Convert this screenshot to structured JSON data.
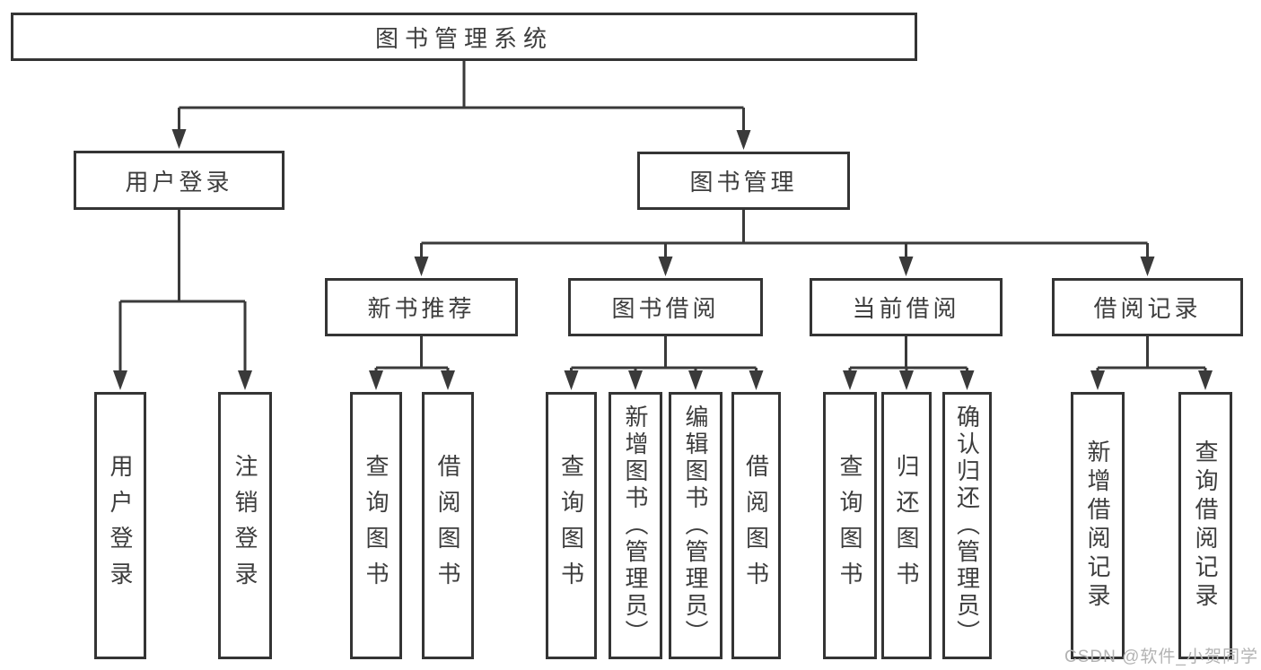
{
  "diagram": {
    "tree": {
      "label": "图书管理系统",
      "children": [
        {
          "label": "用户登录",
          "children": [
            {
              "label": "用户登录"
            },
            {
              "label": "注销登录"
            }
          ]
        },
        {
          "label": "图书管理",
          "children": [
            {
              "label": "新书推荐",
              "children": [
                {
                  "label": "查询图书"
                },
                {
                  "label": "借阅图书"
                }
              ]
            },
            {
              "label": "图书借阅",
              "children": [
                {
                  "label": "查询图书"
                },
                {
                  "label": "新增图书（管理员）"
                },
                {
                  "label": "编辑图书（管理员）"
                },
                {
                  "label": "借阅图书"
                }
              ]
            },
            {
              "label": "当前借阅",
              "children": [
                {
                  "label": "查询图书"
                },
                {
                  "label": "归还图书"
                },
                {
                  "label": "确认归还（管理员）"
                }
              ]
            },
            {
              "label": "借阅记录",
              "children": [
                {
                  "label": "新增借阅记录"
                },
                {
                  "label": "查询借阅记录"
                }
              ]
            }
          ]
        }
      ]
    },
    "line_color": "#3a3a3a",
    "box_border_color": "#343434",
    "text_color": "#3d3d3d"
  },
  "watermark": {
    "text": "CSDN @软件_小贺同学",
    "color": "#b3b3b3"
  }
}
